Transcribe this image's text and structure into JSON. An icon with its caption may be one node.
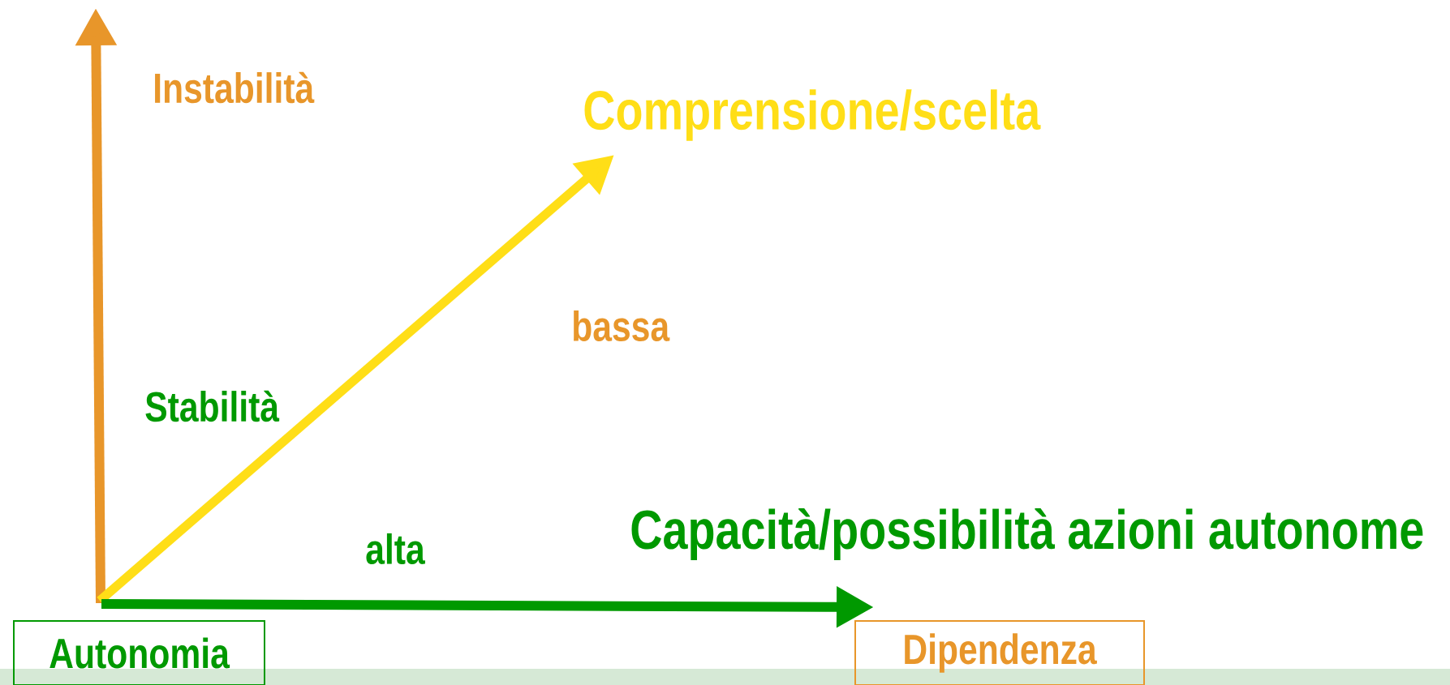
{
  "diagram": {
    "nodes": [
      {
        "text": [
          "Autonomia"
        ]
      },
      {
        "text": [
          "Dipendenza"
        ]
      }
    ],
    "labels": [
      "Instabilità",
      "Comprensione/scelta",
      "bassa",
      "Stabilità",
      "alta",
      "Capacità/possibilità azioni autonome"
    ]
  }
}
